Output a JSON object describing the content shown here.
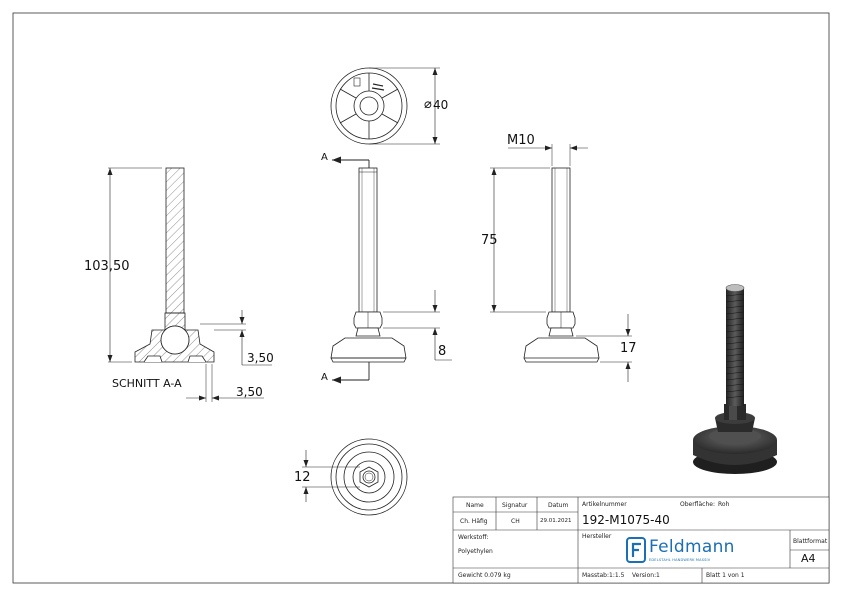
{
  "dimensions": {
    "total_height": "103,50",
    "diameter": "40",
    "thread": "M10",
    "thread_length": "75",
    "hex_height": "8",
    "base_height": "17",
    "wrench_size": "12",
    "section_dim_vertical": "3,50",
    "section_dim_horizontal": "3,50",
    "section_marker_top": "A",
    "section_marker_bottom": "A"
  },
  "section_label": "SCHNITT A-A",
  "diameter_symbol": "⌀",
  "title_block": {
    "header_name": "Name",
    "header_signatur": "Signatur",
    "header_datum": "Datum",
    "row_name": "Ch. Häfig",
    "row_signatur": "CH",
    "row_datum": "29.01.2021",
    "artikel_label": "Artikelnummer",
    "artikel_value": "192-M1075-40",
    "oberflaeche_label": "Oberfläche:",
    "oberflaeche_value": "Roh",
    "werkstoff_label": "Werkstoff:",
    "werkstoff_value": "Polyethylen",
    "hersteller_label": "Hersteller",
    "brand": "Feldmann",
    "brand_sub": "EDELSTAHL HANDWERK MASSIV",
    "blattformat_label": "Blattformat",
    "blattformat_value": "A4",
    "gewicht": "Gewicht 0.079 kg",
    "massstab_label": "Masstab:",
    "massstab_value": "1:1.5",
    "version_label": "Version:",
    "version_value": "1",
    "blatt": "Blatt 1 von 1"
  },
  "colors": {
    "line": "#222222",
    "brand": "#1a6fb5",
    "render_dark": "#3a3a3a"
  }
}
